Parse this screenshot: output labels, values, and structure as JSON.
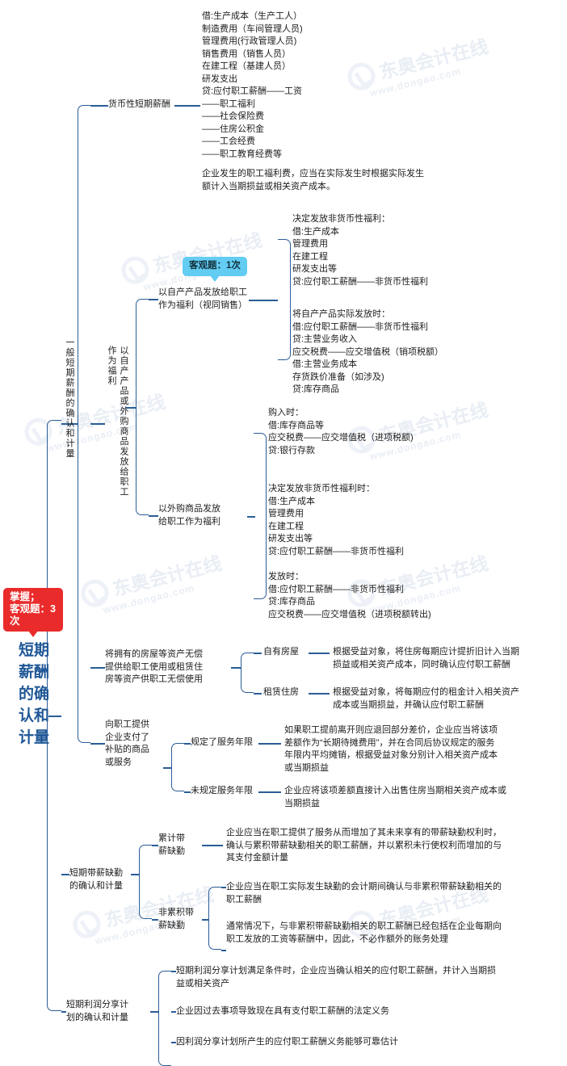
{
  "root": {
    "title": "短期薪酬的确认和计量",
    "badge": "掌握；\n客观题：3次"
  },
  "branch1": {
    "label": "一般短期薪酬的确认和计量",
    "children": {
      "monetary": {
        "label": "货币性短期薪酬",
        "content": "借:生产成本（生产工人）\n    制造费用（车间管理人员)\n  管理费用(行政管理人员)\n   销售费用（销售人员）\n   在建工程（基建人员）\n   研发支出\n   贷:应付职工薪酬——工资\n                       ——职工福利\n                       ——社会保险费\n                       ——住房公积金\n                       ——工会经费\n                       ——职工教育经费等",
        "note": "企业发生的职工福利费，应当在实际发生时根据实际发生\n额计入当期损益或相关资产成本。"
      },
      "goods": {
        "label": "以自产产品或外购商品发放给职工作为福利",
        "self_made": {
          "label": "以自产产品发放给职工\n作为福利（视同销售）",
          "badge": "客观题：1次",
          "block1": "决定发放非货币性福利：\n借:生产成本\n    管理费用\n    在建工程\n    研发支出等\n   贷:应付职工薪酬——非货币性福利",
          "block2": "将自产产品实际发放时：\n借:应付职工薪酬——非货币性福利\n    贷:主营业务收入\n          应交税费——应交增值税（销项税额）\n借:主营业务成本\n    存货跌价准备（如涉及)\n    贷:库存商品"
        },
        "purchased": {
          "label": "以外购商品发放\n给职工作为福利",
          "block1": "购入时：\n借:库存商品等\n    应交税费——应交增值税（进项税额)\n    贷:银行存款",
          "block2": "决定发放非货币性福利时：\n借:生产成本\n    管理费用\n    在建工程\n   研发支出等\n   贷:应付职工薪酬——非货币性福利",
          "block3": "发放时：\n借:应付职工薪酬——非货币性福利\n    贷:库存商品\n          应交税费——应交增值税（进项税额转出)"
        }
      },
      "housing": {
        "label": "将拥有的房屋等资产无偿\n提供给职工使用或租赁住\n房等资产供职工无偿使用",
        "items": [
          {
            "label": "自有房屋",
            "text": "根据受益对象，将住房每期应计提折旧计入当期\n损益或相关资产成本，同时确认应付职工薪酬"
          },
          {
            "label": "租赁住房",
            "text": "根据受益对象，将每期应付的租金计入相关资产\n成本或当期损益，并确认应付职工薪酬"
          }
        ]
      },
      "subsidy": {
        "label": "向职工提供\n企业支付了\n补贴的商品\n或服务",
        "items": [
          {
            "label": "规定了服务年限",
            "text": "如果职工提前离开则应退回部分差价，企业应当将该项\n差额作为“长期待摊费用”，并在合同后协议规定的服务\n年限内平均摊销，根据受益对象分别计入相关资产成本\n或当期损益"
          },
          {
            "label": "未规定服务年限",
            "text": "企业应将该项差额直接计入出售住房当期相关资产成本或\n当期损益"
          }
        ]
      }
    }
  },
  "branch2": {
    "label": "短期带薪缺勤\n的确认和计量",
    "items": [
      {
        "label": "累计带\n薪缺勤",
        "texts": [
          "企业应当在职工提供了服务从而增加了其未来享有的带薪缺勤权利时，\n确认与累积带薪缺勤相关的职工薪酬，并以累积未行使权利而增加的与\n其支付金额计量"
        ]
      },
      {
        "label": "非累积带\n薪缺勤",
        "texts": [
          "企业应当在职工实际发生缺勤的会计期间确认与非累积带薪缺勤相关的\n职工薪酬",
          "通常情况下，与非累积带薪缺勤相关的职工薪酬已经包括在企业每期向\n职工发放的工资等薪酬中，因此，不必作额外的账务处理"
        ]
      }
    ]
  },
  "branch3": {
    "label": "短期利润分享计\n划的确认和计量",
    "items": [
      "短期利润分享计划满足条件时，企业应当确认相关的应付职工薪酬，并计入当期损\n益或相关资产",
      "企业因过去事项导致现在具有支付职工薪酬的法定义务",
      "因利润分享计划所产生的应付职工薪酬义务能够可靠估计"
    ]
  },
  "watermarks": [
    "东奥会计在线",
    "www.dongao.com"
  ],
  "colors": {
    "line": "#2a5d96",
    "root_text": "#1f5796",
    "badge_red": "#ea2b2b",
    "badge_blue": "#63ccf2"
  }
}
